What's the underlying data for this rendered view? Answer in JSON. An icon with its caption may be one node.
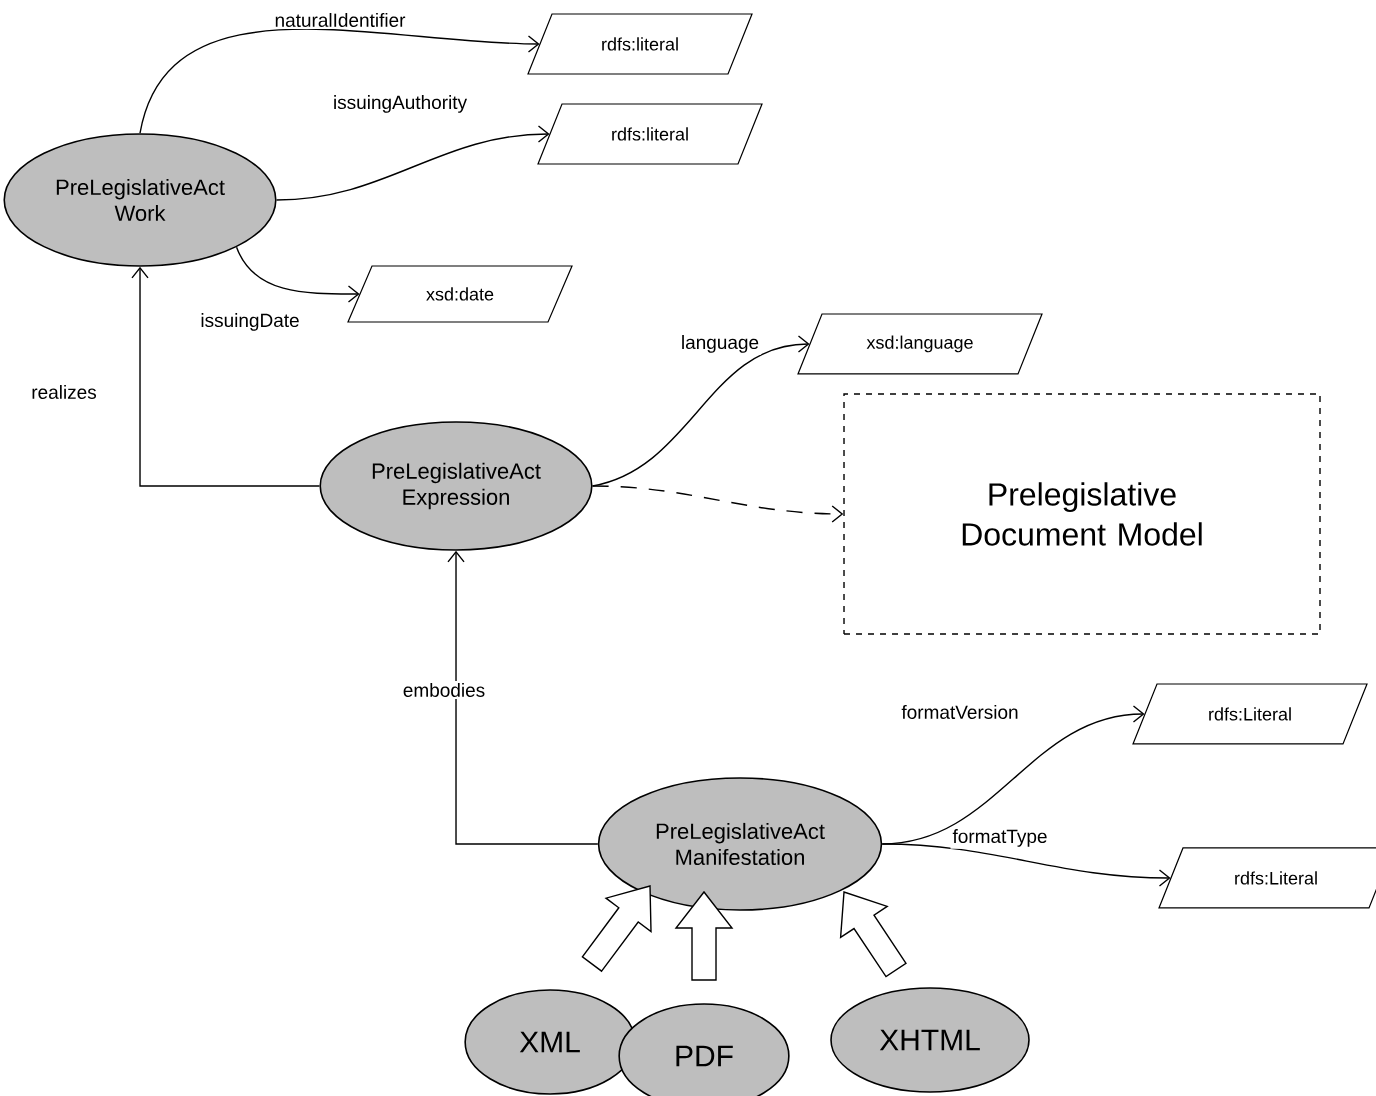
{
  "diagram": {
    "nodes": [
      {
        "text": [
          "PreLegislativeAct Work"
        ]
      },
      {
        "text": [
          "rdfs:literal"
        ]
      },
      {
        "text": [
          "rdfs:literal"
        ]
      },
      {
        "text": [
          "xsd:date"
        ]
      },
      {
        "text": [
          "PreLegislativeAct Expression"
        ]
      },
      {
        "text": [
          "xsd:language"
        ]
      },
      {
        "text": [
          "Prelegislative Document Model"
        ]
      },
      {
        "text": [
          "PreLegislativeAct Manifestation"
        ]
      },
      {
        "text": [
          "rdfs:Literal"
        ]
      },
      {
        "text": [
          "rdfs:Literal"
        ]
      },
      {
        "text": [
          "XML"
        ]
      },
      {
        "text": [
          "PDF"
        ]
      },
      {
        "text": [
          "XHTML"
        ]
      }
    ],
    "edges": [
      {
        "from": 0,
        "to": 1,
        "arrow": "to",
        "label": "naturalIdentifier"
      },
      {
        "from": 0,
        "to": 2,
        "arrow": "to",
        "label": "issuingAuthority"
      },
      {
        "from": 0,
        "to": 3,
        "arrow": "to",
        "label": "issuingDate"
      },
      {
        "from": 4,
        "to": 0,
        "arrow": "to",
        "label": "realizes"
      },
      {
        "from": 4,
        "to": 5,
        "arrow": "to",
        "label": "language"
      },
      {
        "from": 4,
        "to": 6,
        "arrow": "to",
        "style": "dashed"
      },
      {
        "from": 7,
        "to": 4,
        "arrow": "to",
        "label": "embodies"
      },
      {
        "from": 7,
        "to": 8,
        "arrow": "to",
        "label": "formatVersion"
      },
      {
        "from": 7,
        "to": 9,
        "arrow": "to",
        "label": "formatType"
      },
      {
        "from": 10,
        "to": 7,
        "arrow": "to",
        "style": "thick"
      },
      {
        "from": 11,
        "to": 7,
        "arrow": "to",
        "style": "thick"
      },
      {
        "from": 12,
        "to": 7,
        "arrow": "to",
        "style": "thick"
      }
    ]
  }
}
